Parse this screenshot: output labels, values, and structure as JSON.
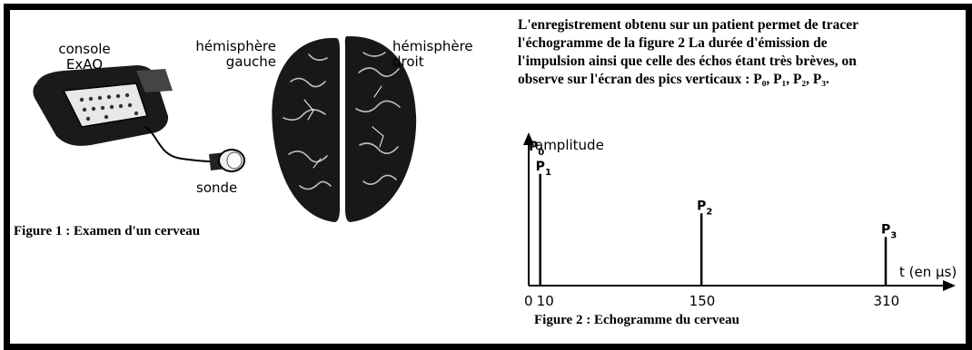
{
  "figure1": {
    "labels": {
      "console": "console",
      "exao": "ExAO",
      "left_hemisphere_1": "hémisphère",
      "left_hemisphere_2": "gauche",
      "right_hemisphere_1": "hémisphère",
      "right_hemisphere_2": "droit",
      "probe": "sonde"
    },
    "caption": "Figure 1 : Examen d'un cerveau"
  },
  "description": {
    "lines": [
      "L'enregistrement obtenu sur un patient permet de tracer",
      "l'échogramme de la figure 2  La durée d'émission de",
      "l'impulsion ainsi que celle des échos étant très brèves, on",
      "observe sur l'écran des pics verticaux : P₀, P₁, P₂, P₃."
    ]
  },
  "figure2": {
    "caption": "Figure 2 : Echogramme du cerveau"
  },
  "chart_data": {
    "type": "bar",
    "ylabel": "amplitude",
    "xlabel": "t (en µs)",
    "x_ticks": [
      "0",
      "10",
      "150",
      "310"
    ],
    "peaks": [
      {
        "label": "P0",
        "x": 0,
        "amplitude": 1.0
      },
      {
        "label": "P1",
        "x": 10,
        "amplitude": 0.85
      },
      {
        "label": "P2",
        "x": 150,
        "amplitude": 0.55
      },
      {
        "label": "P3",
        "x": 310,
        "amplitude": 0.37
      }
    ],
    "xlim": [
      0,
      360
    ],
    "ylim": [
      0,
      1.15
    ],
    "grid": false
  }
}
